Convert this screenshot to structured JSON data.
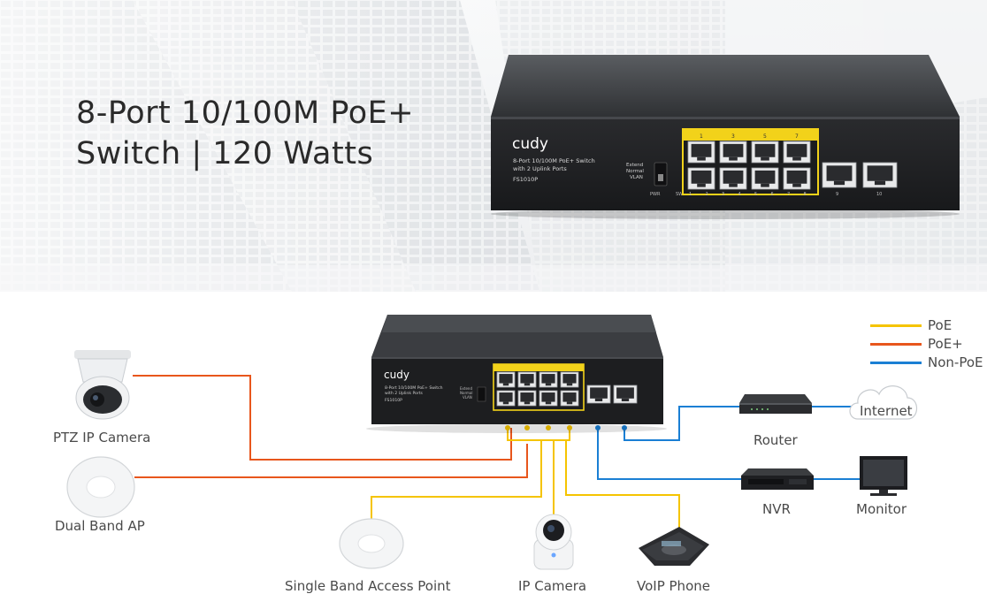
{
  "hero": {
    "title_line1": "8-Port 10/100M PoE+",
    "title_line2": "Switch | 120 Watts"
  },
  "switch_large": {
    "brand": "cudy",
    "desc_line1": "8-Port 10/100M PoE+ Switch",
    "desc_line2": "with 2 Uplink Ports",
    "model": "FS1010P",
    "mode_extend": "Extend",
    "mode_normal": "Normal",
    "mode_vlan": "VLAN",
    "pwr_label": "PWR",
    "sw_label": "SW",
    "top_port_numbers": [
      "1",
      "3",
      "5",
      "7"
    ],
    "bottom_port_labels": [
      "1",
      "2",
      "3",
      "4",
      "5",
      "6",
      "7",
      "8"
    ],
    "uplink_labels": [
      "9",
      "10"
    ]
  },
  "switch_small": {
    "brand": "cudy",
    "desc_line1": "8-Port 10/100M PoE+ Switch",
    "desc_line2": "with 2 Uplink Ports",
    "model": "FS1010P",
    "mode_extend": "Extend",
    "mode_normal": "Normal",
    "mode_vlan": "VLAN"
  },
  "legend": {
    "items": [
      {
        "label": "PoE",
        "color": "#f5c400"
      },
      {
        "label": "PoE+",
        "color": "#e8561c"
      },
      {
        "label": "Non-PoE",
        "color": "#1a7fd4"
      }
    ]
  },
  "devices": {
    "ptz_camera": "PTZ IP Camera",
    "dual_band_ap": "Dual Band AP",
    "single_band_ap": "Single Band Access Point",
    "ip_camera": "IP Camera",
    "voip_phone": "VoIP Phone",
    "router": "Router",
    "nvr": "NVR",
    "monitor": "Monitor",
    "internet": "Internet"
  }
}
